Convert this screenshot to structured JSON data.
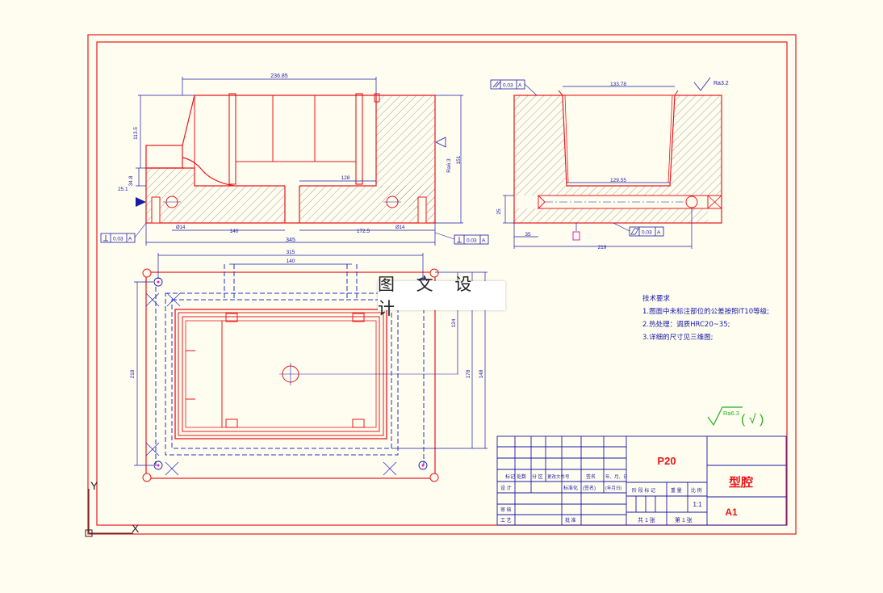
{
  "watermark": "图 文 设 计",
  "tech_requirements": {
    "title": "技术要求",
    "items": [
      "1.图面中未标注部位的公差按照IT10等级;",
      "2.热处理：调质HRC20~35;",
      "3.详细的尺寸见三维图;"
    ]
  },
  "surface_finish": {
    "symbol": "Ra6.3",
    "suffix": "( √ )"
  },
  "title_block": {
    "material": "P20",
    "part_name": "型腔",
    "scale": "1:1",
    "sheet_size": "A1",
    "sheet_total": "共 1 张",
    "sheet_num": "第 1 张",
    "row_labels": [
      "标记",
      "处数",
      "分 区",
      "更改文件号",
      "签名",
      "年、月、日"
    ],
    "design": "设 计",
    "standardize": "标准化",
    "sign": "(签名)",
    "date": "(年月日)",
    "stage_labels": [
      "阶 段 标 记",
      "重 量",
      "比 例"
    ],
    "review": "审 核",
    "process": "工 艺",
    "approve": "批 准"
  },
  "dims": {
    "front_top": "236.85",
    "front_height_left": "113.5",
    "front_h_small": "34.8",
    "front_h_25": "25.1",
    "front_128": "128",
    "front_140": "140",
    "front_1725": "172.5",
    "front_345": "345",
    "front_151": "151",
    "front_ra": "Ra6.3",
    "hole_left": "Ø14",
    "hole_right": "Ø14",
    "tol_left": "0.03",
    "tol_right": "0.03",
    "datum": "A",
    "side_top": "133.78",
    "side_bottom": "129.55",
    "side_ra": "Ra3.2",
    "side_25": "25",
    "side_35": "35",
    "side_219": "219",
    "side_tol": "0.03",
    "side_flat_tol": "0.03",
    "plan_315": "315",
    "plan_140": "140",
    "plan_218": "218",
    "plan_124": "124",
    "plan_178": "178",
    "plan_148": "148"
  },
  "axes": {
    "y": "Y",
    "x": "X"
  },
  "colors": {
    "outline": "#e8161c",
    "dims": "#1a1aa6",
    "hatch": "#7a7a7a",
    "hidden": "#2233cc",
    "finish": "#22b022"
  }
}
